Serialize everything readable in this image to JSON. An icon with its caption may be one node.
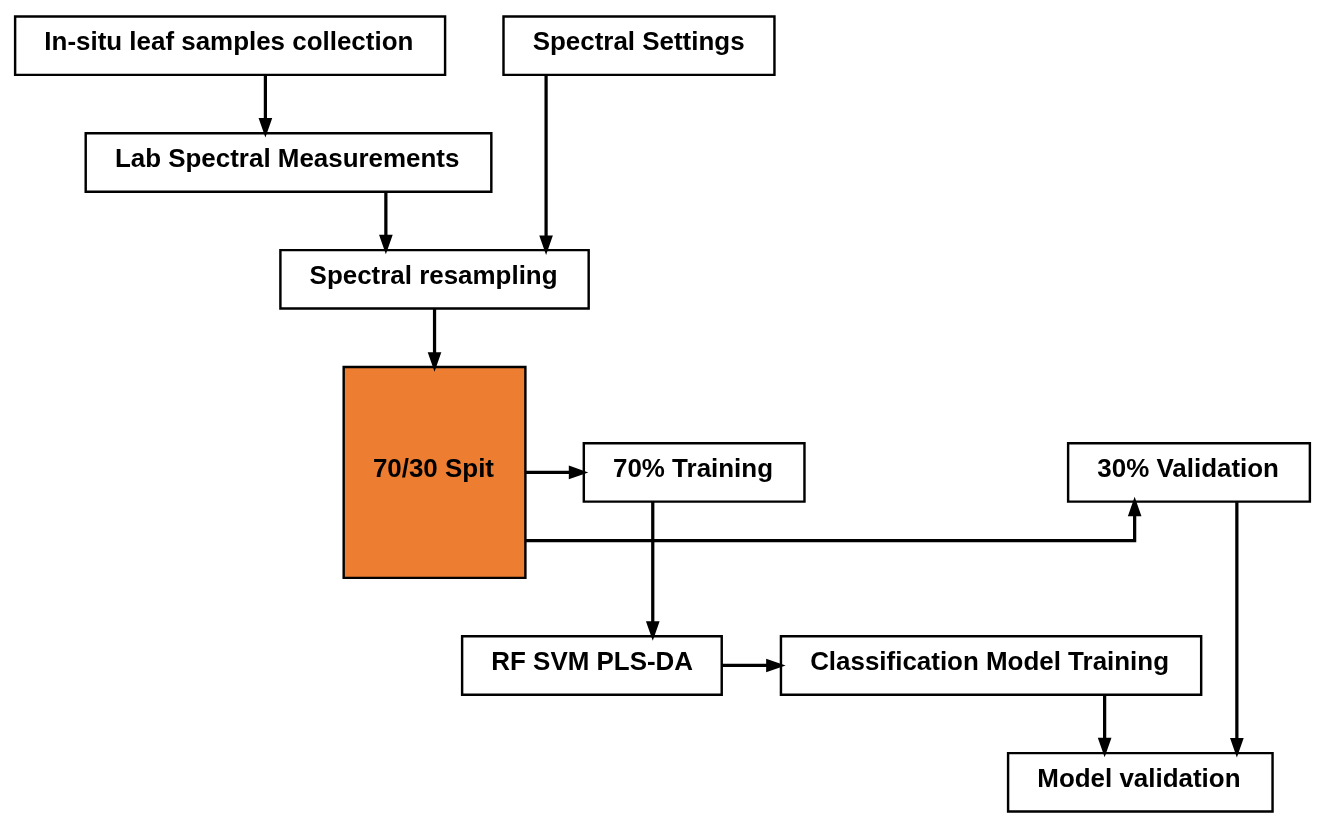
{
  "diagram": {
    "nodes": [
      {
        "text": [
          "In-situ leaf samples collection"
        ]
      },
      {
        "text": [
          "Spectral Settings"
        ]
      },
      {
        "text": [
          "Lab Spectral Measurements"
        ]
      },
      {
        "text": [
          "Spectral resampling"
        ]
      },
      {
        "text": [
          "70/30 Spit"
        ]
      },
      {
        "text": [
          "70% Training"
        ]
      },
      {
        "text": [
          "30% Validation"
        ]
      },
      {
        "text": [
          "RF SVM PLS-DA"
        ]
      },
      {
        "text": [
          "Classification Model Training"
        ]
      },
      {
        "text": [
          "Model validation"
        ]
      }
    ],
    "edges": [
      {
        "from": 0,
        "to": 2,
        "arrow": "to"
      },
      {
        "from": 2,
        "to": 3,
        "arrow": "to"
      },
      {
        "from": 1,
        "to": 3,
        "arrow": "to"
      },
      {
        "from": 3,
        "to": 4,
        "arrow": "to"
      },
      {
        "from": 4,
        "to": 5,
        "arrow": "to"
      },
      {
        "from": 4,
        "to": 6,
        "arrow": "to"
      },
      {
        "from": 5,
        "to": 7,
        "arrow": "to"
      },
      {
        "from": 7,
        "to": 8,
        "arrow": "to"
      },
      {
        "from": 8,
        "to": 9,
        "arrow": "to"
      },
      {
        "from": 6,
        "to": 9,
        "arrow": "to"
      }
    ]
  }
}
